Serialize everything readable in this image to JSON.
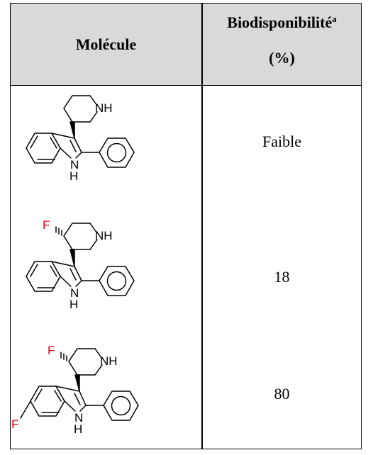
{
  "table": {
    "header": {
      "molecule": "Molécule",
      "bioavailability": "Biodisponibilité",
      "bioavailability_sup": "a",
      "bioavailability_unit": "(%)"
    },
    "rows": [
      {
        "structure": "3-(piperidin-3-yl)-2-phenylindole",
        "value": "Faible"
      },
      {
        "structure": "3-(4-fluoropiperidin-3-yl)-2-phenylindole",
        "value": "18"
      },
      {
        "structure": "6-fluoro-3-(4-fluoropiperidin-3-yl)-2-phenylindole",
        "value": "80"
      }
    ],
    "atom_labels": {
      "nh": "NH",
      "ring_nh_n": "N",
      "ring_nh_h": "H",
      "fluorine": "F"
    },
    "colors": {
      "fluorine": "#e8000b",
      "header_bg": "#d9d9d9",
      "border": "#000000"
    }
  }
}
